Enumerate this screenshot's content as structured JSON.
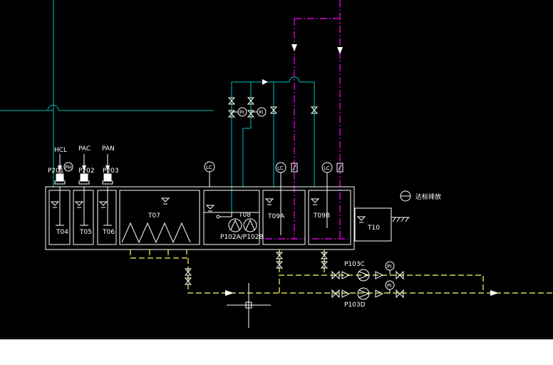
{
  "colors": {
    "background": "#000000",
    "vessel": "#ffffff",
    "water_line": "#00c0c0",
    "air_line": "#ff00ff",
    "sludge_line": "#ffff66",
    "valve": "#ffffff"
  },
  "chemicals": {
    "hcl": "HCL",
    "pac": "PAC",
    "pan": "PAN"
  },
  "pumps": {
    "p201": "P201",
    "p202": "P202",
    "p203": "P203",
    "p102": "P102A/P102B",
    "p103c": "P103C",
    "p103d": "P103D"
  },
  "tanks": {
    "t04": "T04",
    "t05": "T05",
    "t06": "T06",
    "t07": "T07",
    "t08": "T08",
    "t09a": "T09A",
    "t09b": "T09B",
    "t10": "T10"
  },
  "instruments": {
    "ph": "PH",
    "lc": "LC",
    "pi": "PI"
  },
  "discharge_label": "达标排放"
}
